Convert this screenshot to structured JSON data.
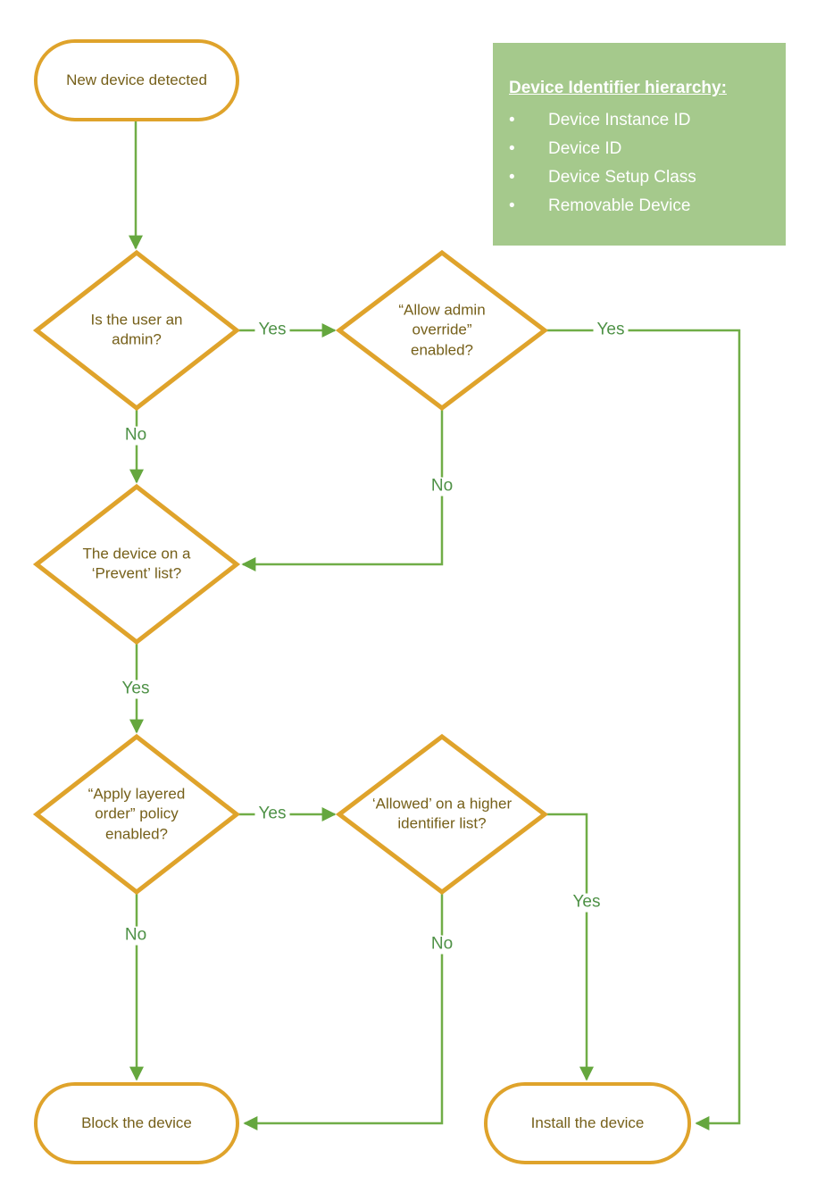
{
  "flowchart": {
    "start": {
      "label": "New device detected"
    },
    "decisions": [
      {
        "id": "is-user-admin",
        "label": "Is the user an admin?"
      },
      {
        "id": "allow-admin-override",
        "label": "“Allow admin override” enabled?"
      },
      {
        "id": "device-prevent-list",
        "label": "The device on a ‘Prevent’ list?"
      },
      {
        "id": "apply-layered-order",
        "label": "“Apply layered order” policy enabled?"
      },
      {
        "id": "allowed-higher-list",
        "label": "‘Allowed’ on a higher identifier list?"
      }
    ],
    "terminals": [
      {
        "id": "block-device",
        "label": "Block the device"
      },
      {
        "id": "install-device",
        "label": "Install the device"
      }
    ],
    "edge_labels": {
      "admin_yes": "Yes",
      "admin_no": "No",
      "override_yes": "Yes",
      "override_no": "No",
      "prevent_yes": "Yes",
      "layered_yes": "Yes",
      "layered_no": "No",
      "allowed_yes": "Yes",
      "allowed_no": "No"
    }
  },
  "legend": {
    "title": "Device Identifier hierarchy:",
    "bullet": "•",
    "items": [
      "Device Instance ID",
      "Device ID",
      "Device Setup Class",
      "Removable Device"
    ]
  },
  "colors": {
    "shape_border_gold": "#DFA32B",
    "connector_green": "#70AD47",
    "edge_label_green": "#4E9146",
    "node_text_gold": "#76601A",
    "legend_background_green": "#A5C98C",
    "legend_text": "#FFFFFF"
  }
}
